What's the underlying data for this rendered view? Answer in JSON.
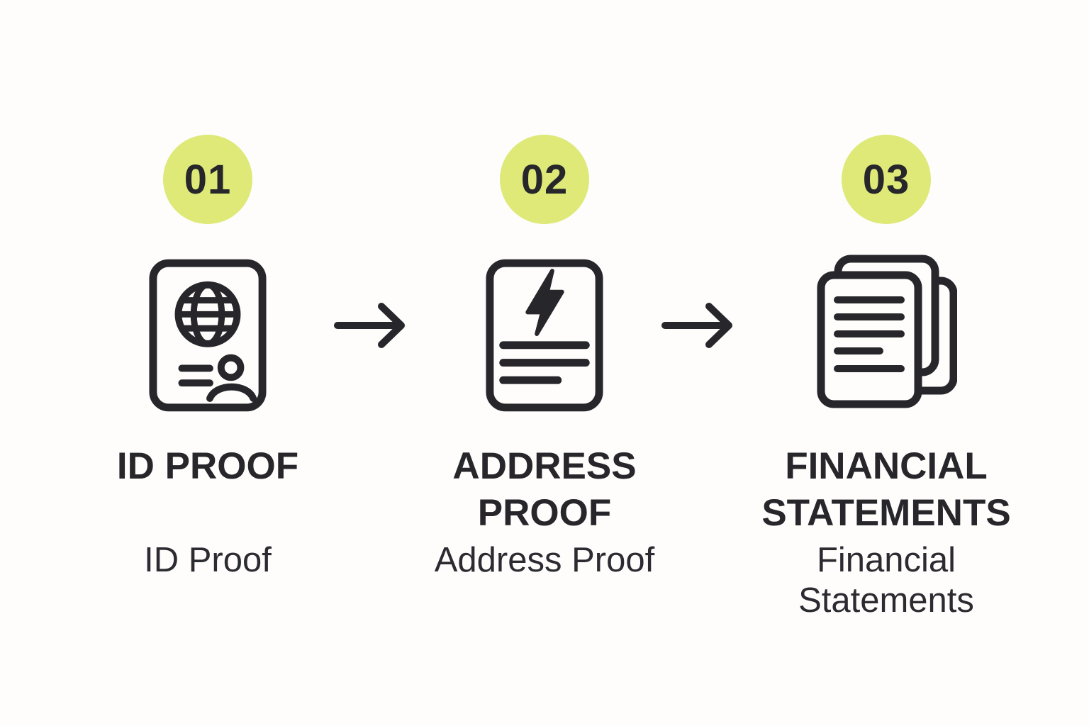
{
  "theme": {
    "bg": "#fefdfb",
    "ink": "#26262b",
    "accent": "#dee978",
    "subink": "#2b2b31"
  },
  "steps": [
    {
      "number": "01",
      "icon": "passport-id-icon",
      "title": "ID PROOF",
      "subtitle": "ID Proof"
    },
    {
      "number": "02",
      "icon": "utility-bill-icon",
      "title": "ADDRESS PROOF",
      "subtitle": "Address Proof"
    },
    {
      "number": "03",
      "icon": "stacked-documents-icon",
      "title": "FINANCIAL STATEMENTS",
      "subtitle": "Financial Statements"
    }
  ],
  "connectors": [
    {
      "icon": "arrow-right-icon"
    },
    {
      "icon": "arrow-right-icon"
    }
  ]
}
